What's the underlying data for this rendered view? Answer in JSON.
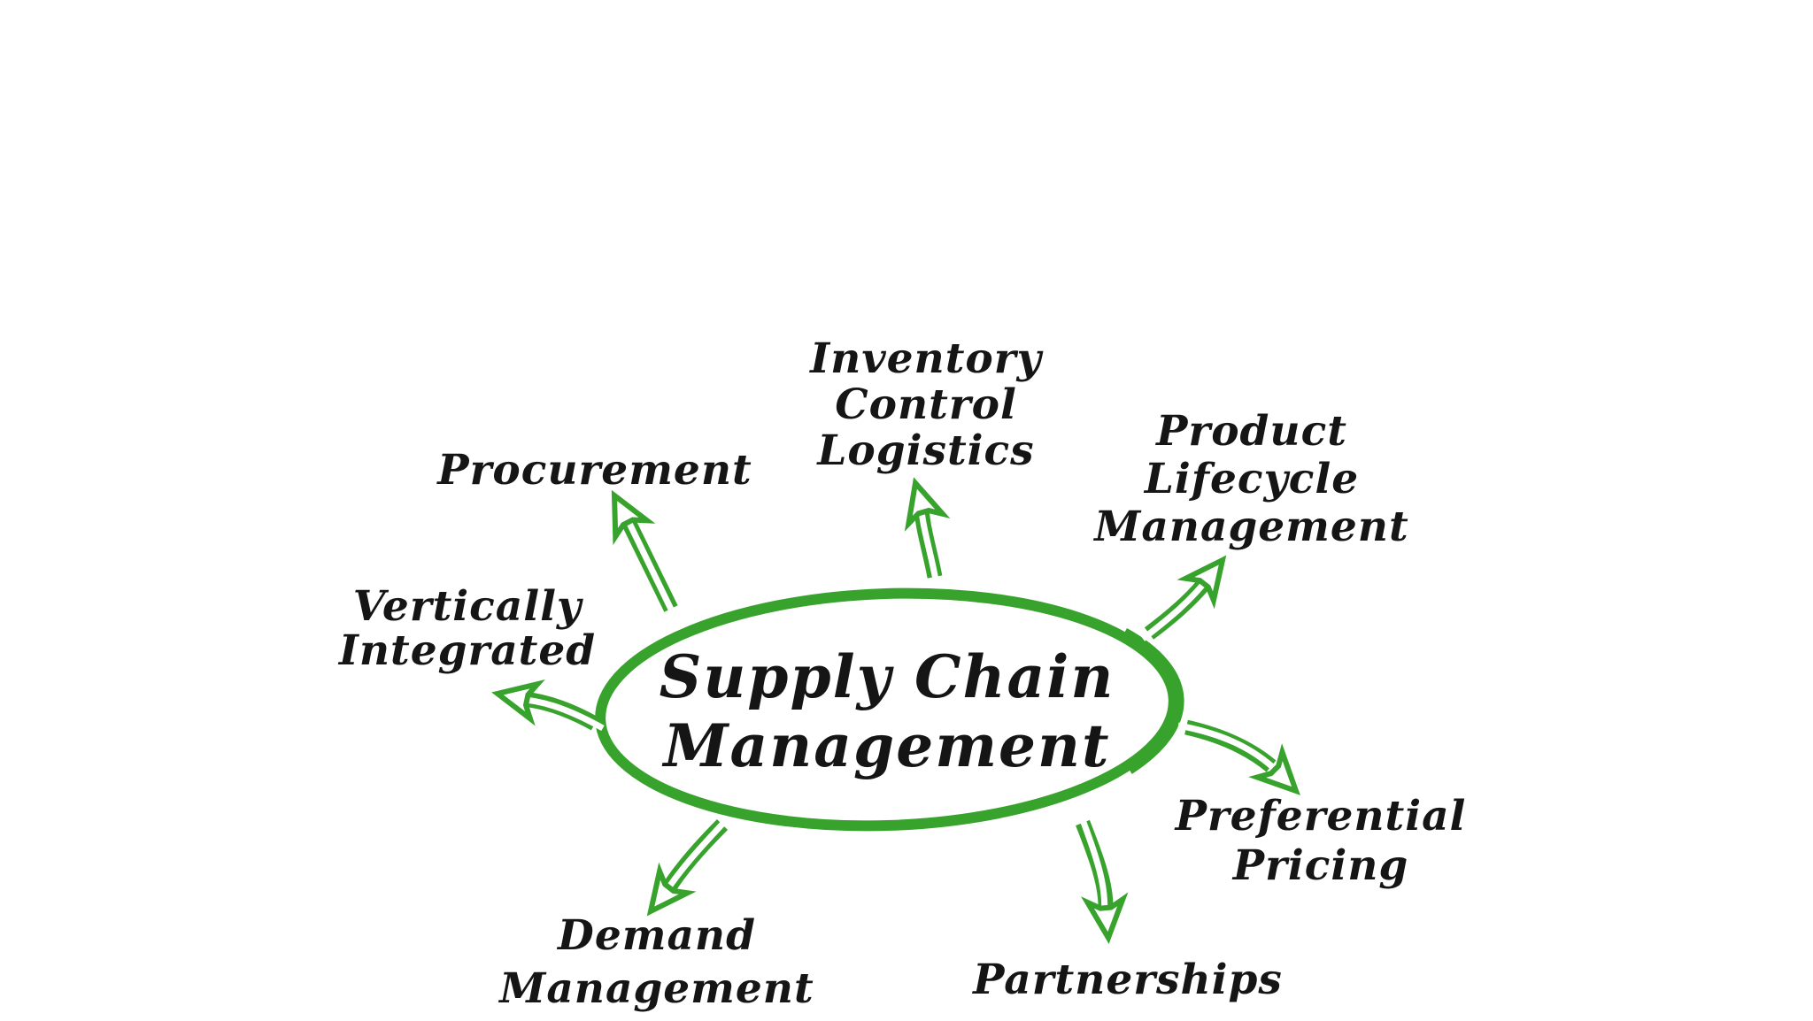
{
  "diagram": {
    "title": "Supply Chain Management",
    "center": {
      "id": "supply-chain-management",
      "lines": [
        "Supply Chain",
        "Management"
      ]
    },
    "nodes": [
      {
        "id": "procurement",
        "lines": [
          "Procurement"
        ]
      },
      {
        "id": "inventory-control-logistics",
        "lines": [
          "Inventory",
          "Control",
          "Logistics"
        ]
      },
      {
        "id": "product-lifecycle-management",
        "lines": [
          "Product",
          "Lifecycle",
          "Management"
        ]
      },
      {
        "id": "preferential-pricing",
        "lines": [
          "Preferential",
          "Pricing"
        ]
      },
      {
        "id": "partnerships",
        "lines": [
          "Partnerships"
        ]
      },
      {
        "id": "demand-management",
        "lines": [
          "Demand",
          "Management"
        ]
      },
      {
        "id": "vertically-integrated",
        "lines": [
          "Vertically",
          "Integrated"
        ]
      }
    ],
    "colors": {
      "accent_green": "#38a32c",
      "text": "#151515",
      "background": "#ffffff"
    }
  }
}
